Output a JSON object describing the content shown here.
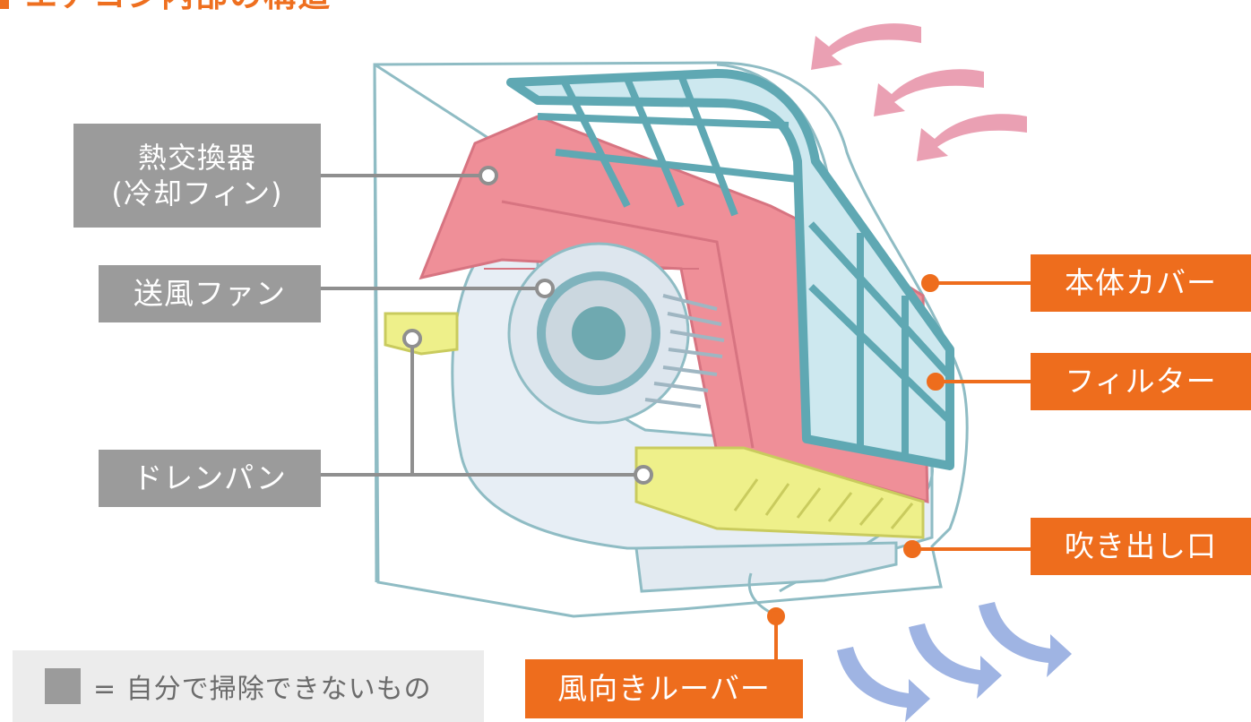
{
  "title": "エアコン内部の構造",
  "labels": {
    "heat_exchanger_line1": "熱交換器",
    "heat_exchanger_line2": "(冷却フィン)",
    "blower_fan": "送風ファン",
    "drain_pan": "ドレンパン",
    "body_cover": "本体カバー",
    "filter": "フィルター",
    "air_outlet": "吹き出し口",
    "louver": "風向きルーバー"
  },
  "legend": {
    "text": "= 自分で掃除できないもの",
    "swatch_color": "#9b9b9b"
  },
  "colors": {
    "accent_orange": "#ee6d1d",
    "gray_label": "#9b9b9b",
    "outline_teal": "#7fb3bd",
    "heat_exchanger_pink": "#ef8f98",
    "filter_teal": "#6fb3bd",
    "drain_pan_yellow": "#eef08a",
    "intake_arrow_pink": "#eaa0b3",
    "outflow_arrow_blue": "#9fb4e3"
  },
  "icons": {
    "intake_arrows": "curved-arrow-icon",
    "outflow_arrows": "curved-arrow-icon"
  }
}
